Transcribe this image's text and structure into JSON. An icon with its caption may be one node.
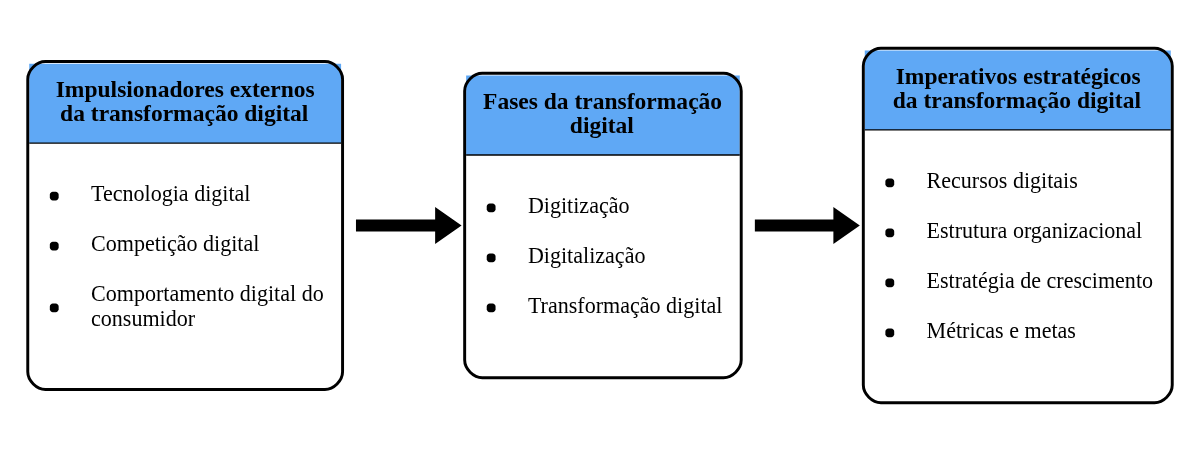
{
  "diagram": {
    "nodes": [
      {
        "text": [
          "Impulsionadores externos da transformação digital",
          "Tecnologia digital",
          "Competição digital",
          "Comportamento digital do consumidor"
        ]
      },
      {
        "text": [
          "Fases da transformação digital",
          "Digitização",
          "Digitalização",
          "Transformação digital"
        ]
      },
      {
        "text": [
          "Imperativos estratégicos da transformação digital",
          "Recursos digitais",
          "Estrutura organizacional",
          "Estratégia de crescimento",
          "Métricas e metas"
        ]
      }
    ],
    "edges": [
      {
        "from": 0,
        "to": 1,
        "arrow": "to"
      },
      {
        "from": 1,
        "to": 2,
        "arrow": "to"
      }
    ]
  }
}
